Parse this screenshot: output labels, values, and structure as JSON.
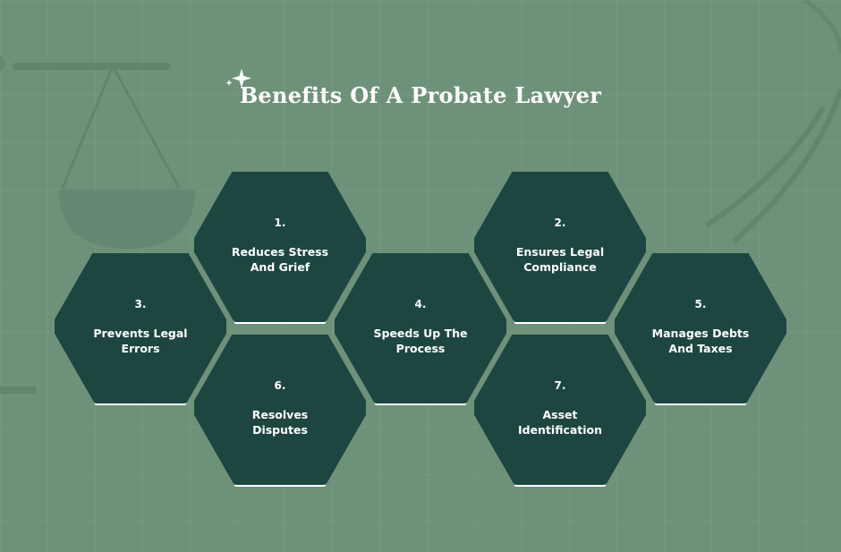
{
  "title": "Benefits Of A Probate Lawyer",
  "colors": {
    "background": "#6e9179",
    "hexagon_fill": "#1e4640",
    "hexagon_shadow": "#ffffff",
    "text": "#ffffff"
  },
  "icons": {
    "sparkle": "sparkle-icon",
    "background": "scales-of-justice-icon"
  },
  "benefits": [
    {
      "num": "1.",
      "label": "Reduces Stress\nAnd Grief"
    },
    {
      "num": "2.",
      "label": "Ensures Legal\nCompliance"
    },
    {
      "num": "3.",
      "label": "Prevents Legal\nErrors"
    },
    {
      "num": "4.",
      "label": "Speeds Up The\nProcess"
    },
    {
      "num": "5.",
      "label": "Manages Debts\nAnd Taxes"
    },
    {
      "num": "6.",
      "label": "Resolves\nDisputes"
    },
    {
      "num": "7.",
      "label": "Asset\nIdentification"
    }
  ]
}
